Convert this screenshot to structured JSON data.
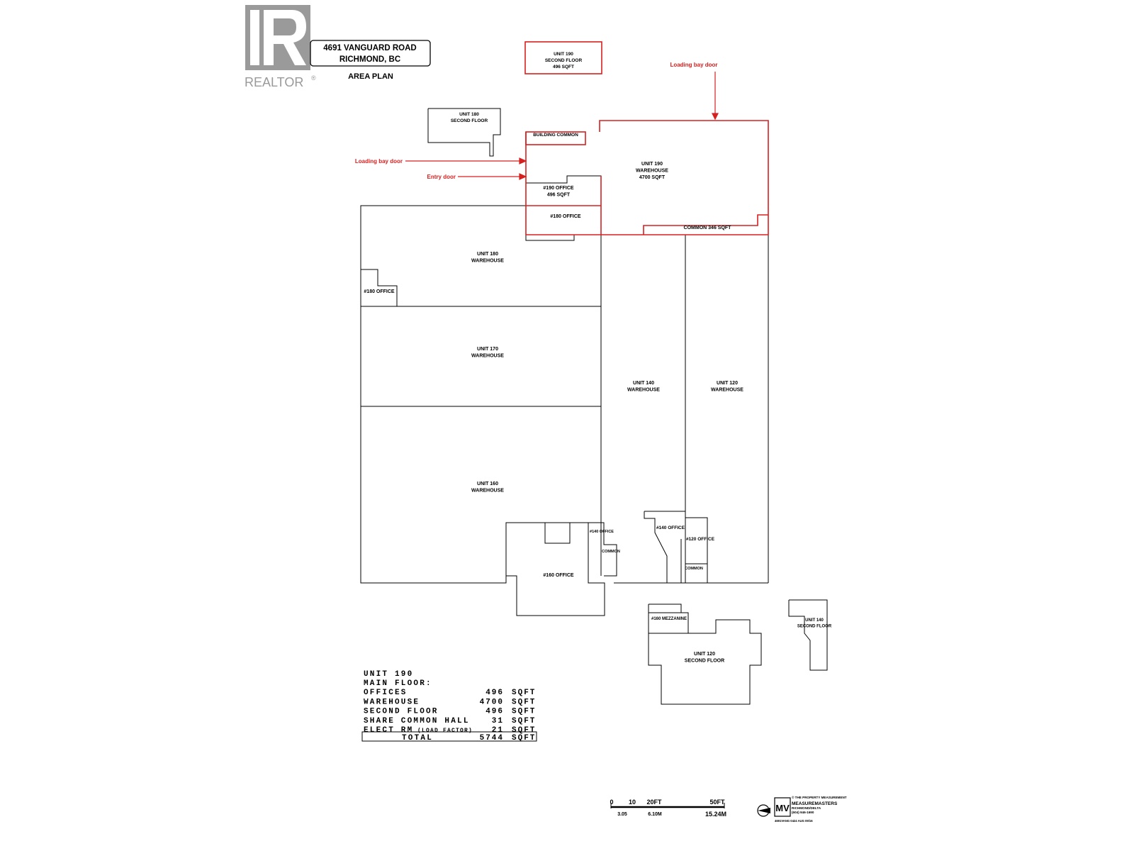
{
  "brand": {
    "name": "REALTOR",
    "mark": "®"
  },
  "header": {
    "address_line1": "4691 VANGUARD ROAD",
    "address_line2": "RICHMOND, BC",
    "subtitle": "AREA PLAN"
  },
  "annotations": {
    "loading_bay_door_top": "Loading bay door",
    "loading_bay_door_left": "Loading bay door",
    "entry_door": "Entry door"
  },
  "rooms": {
    "u190_second": [
      "UNIT 190",
      "SECOND FLOOR",
      "496 SQFT"
    ],
    "u180_second": [
      "UNIT 180",
      "SECOND FLOOR"
    ],
    "building_common": [
      "BUILDING COMMON"
    ],
    "u190_warehouse": [
      "UNIT 190",
      "WAREHOUSE",
      "4700 SQFT"
    ],
    "o190": [
      "#190 OFFICE",
      "496 SQFT"
    ],
    "o180_top": [
      "#180 OFFICE"
    ],
    "common_346": [
      "COMMON 346 SQFT"
    ],
    "u180_warehouse": [
      "UNIT 180",
      "WAREHOUSE"
    ],
    "o180_left": [
      "#180 OFFICE"
    ],
    "u170_warehouse": [
      "UNIT 170",
      "WAREHOUSE"
    ],
    "u140_warehouse": [
      "UNIT 140",
      "WAREHOUSE"
    ],
    "u120_warehouse": [
      "UNIT 120",
      "WAREHOUSE"
    ],
    "u160_warehouse": [
      "UNIT 160",
      "WAREHOUSE"
    ],
    "o140_small": [
      "#140 OFFICE"
    ],
    "common_small1": [
      "COMMON"
    ],
    "o140": [
      "#140 OFFICE"
    ],
    "o120": [
      "#120 OFFICE"
    ],
    "common_small2": [
      "COMMON"
    ],
    "o160": [
      "#160 OFFICE"
    ],
    "mezz160": [
      "#160 MEZZANINE"
    ],
    "u120_second": [
      "UNIT 120",
      "SECOND FLOOR"
    ],
    "u140_second": [
      "UNIT 140",
      "SECOND FLOOR"
    ]
  },
  "area_table": {
    "heading1": "UNIT 190",
    "heading2": "MAIN FLOOR:",
    "rows": [
      {
        "label": "OFFICES",
        "value": "496",
        "unit": "SQFT"
      },
      {
        "label": "WAREHOUSE",
        "value": "4700",
        "unit": "SQFT"
      },
      {
        "label": "SECOND FLOOR",
        "value": "496",
        "unit": "SQFT"
      },
      {
        "label": "SHARE COMMON HALL",
        "value": "31",
        "unit": "SQFT"
      },
      {
        "label": "ELECT RM",
        "note": "(LOAD FACTOR)",
        "value": "21",
        "unit": "SQFT"
      }
    ],
    "total_label": "TOTAL",
    "total_value": "5744",
    "total_unit": "SQFT"
  },
  "scale_bar": {
    "ticks": [
      "0",
      "10",
      "20FT",
      "50FT"
    ],
    "sub_ticks": [
      "3.05",
      "6.10M",
      "15.24M"
    ]
  },
  "logo": {
    "initials": "MV",
    "lines": [
      "© THE PROPERTY MEASUREMENT",
      "MEASUREMASTERS",
      "RICHMOND/DELTA",
      "(604) 946-1690",
      "4691VANG 0424  AUG 09/16"
    ]
  },
  "colors": {
    "highlight": "#d62020",
    "line": "#000000",
    "brand_gray": "#9a9a9a"
  }
}
